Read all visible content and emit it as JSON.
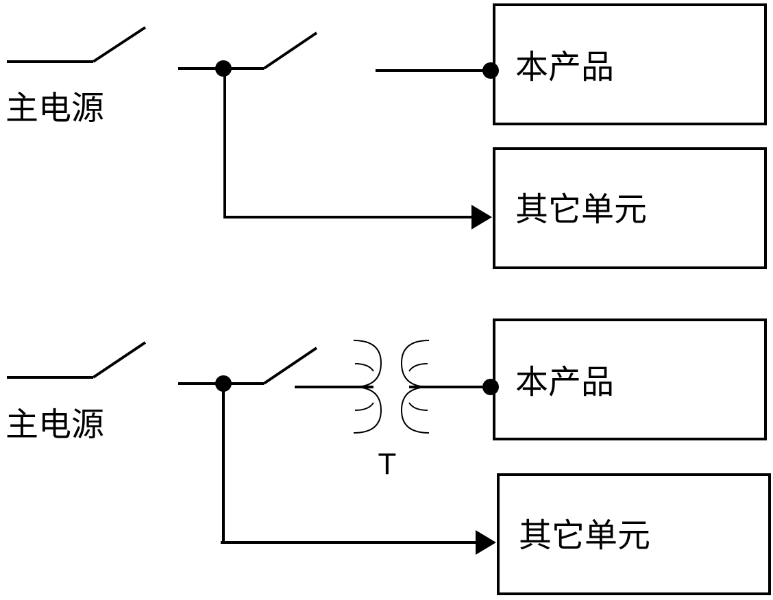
{
  "diagram": {
    "top": {
      "source_label": "主电源",
      "product_label": "本产品",
      "other_label": "其它单元"
    },
    "bottom": {
      "source_label": "主电源",
      "product_label": "本产品",
      "other_label": "其它单元",
      "transformer_label": "T"
    }
  }
}
